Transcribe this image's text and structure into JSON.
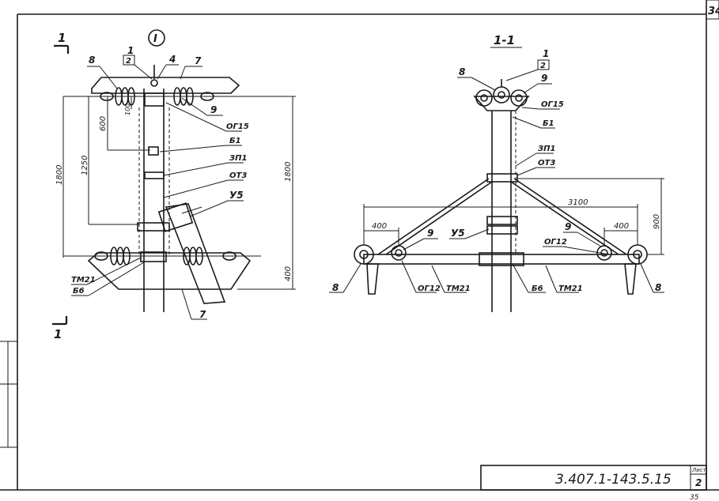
{
  "sheet": {
    "page_number": "34",
    "bottom_mark": "35",
    "doc_code": "3.407.1-143.5.15",
    "list_label": "Лист",
    "list_number": "2"
  },
  "left_view": {
    "section_mark": "1",
    "section_mark_bottom": "1",
    "circle_label": "I",
    "callout_num": "1",
    "callout_box": "2",
    "labels": {
      "p4": "4",
      "p7_top": "7",
      "p8": "8",
      "p9": "9",
      "og15": "ОГ15",
      "b1": "Б1",
      "zp1": "ЗП1",
      "ot3": "ОТ3",
      "u5": "У5",
      "tm21": "ТМ21",
      "b6": "Б6",
      "p7_bottom": "7"
    },
    "dims": {
      "d600": "600",
      "d100": "100",
      "d1250": "1250",
      "d1800_left": "1800",
      "d1800_right": "1800",
      "d400": "400"
    }
  },
  "right_view": {
    "title": "1-1",
    "callout_num": "1",
    "callout_box": "2",
    "labels": {
      "p8_top": "8",
      "p9_top": "9",
      "og15": "ОГ15",
      "b1": "Б1",
      "zp1": "ЗП1",
      "ot3": "ОТ3",
      "p9_left": "9",
      "u5": "У5",
      "p9_right": "9",
      "og12_right": "ОГ12",
      "p8_left": "8",
      "og12_left": "ОГ12",
      "tm21_left": "ТМ21",
      "b6": "Б6",
      "tm21_right": "ТМ21",
      "p8_right": "8"
    },
    "dims": {
      "d3100": "3100",
      "d400_left": "400",
      "d400_right": "400",
      "d900": "900"
    }
  }
}
